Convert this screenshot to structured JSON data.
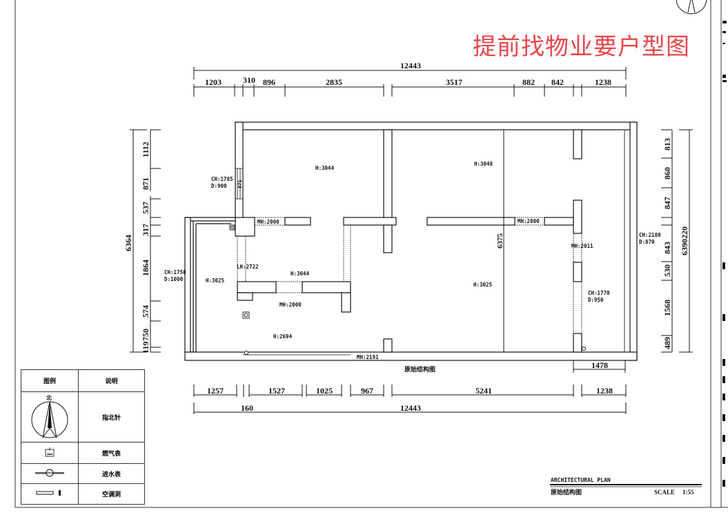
{
  "header": {
    "red_note": "提前找物业要户型图"
  },
  "dimensions": {
    "top_total": "12443",
    "top_segments": [
      "1203",
      "310",
      "896",
      "2835",
      "3517",
      "882",
      "842",
      "1238"
    ],
    "left_total": "6364",
    "left_segments": [
      "1112",
      "871",
      "537",
      "317",
      "1864",
      "574",
      "750",
      "119"
    ],
    "right_total": "6390220",
    "right_segments": [
      "813",
      "860",
      "847",
      "843",
      "530",
      "1568",
      "489"
    ],
    "bottom_segments": [
      "1257",
      "1527",
      "1025",
      "967",
      "5241",
      "1238"
    ],
    "bottom_total": "12443",
    "bottom_offset": "160",
    "right_bottom_width": "1478",
    "inner_vertical": "6375",
    "window_small": "871"
  },
  "room_labels": {
    "h_3044_top": "H:3044",
    "h_3048": "H:3048",
    "h_3025_left": "H:3025",
    "h_3044_mid": "H:3044",
    "h_3025_right": "H:3025",
    "h_2694": "H:2694",
    "lh_2722": "LH:2722",
    "mh_2000_a": "MH:2000",
    "mh_2000_b": "MH:2000",
    "mh_2000_c": "MH:2000",
    "mh_2011": "MH:2011",
    "mh_2191": "MH:2191",
    "ch_1785": "CH:1785",
    "d_900": "D:900",
    "ch_1750": "CH:1750",
    "d_1000": "D:1000",
    "ch_2180": "CH:2180",
    "d_870": "D:870",
    "ch_1770": "CH:1770",
    "d_950": "D:950"
  },
  "plan_caption": "原始结构图",
  "legend": {
    "headers": [
      "图例",
      "说明"
    ],
    "rows": [
      {
        "icon": "north-arrow-icon",
        "north_char": "北",
        "label": "指北针"
      },
      {
        "icon": "gas-meter-icon",
        "label": "燃气表"
      },
      {
        "icon": "water-meter-icon",
        "label": "进水表"
      },
      {
        "icon": "ac-hole-icon",
        "label": "空调洞"
      }
    ]
  },
  "title_block": {
    "title_en": "ARCHITECTURAL PLAN",
    "title_cn": "原始结构图",
    "scale_label": "SCALE",
    "scale_value": "1:55"
  },
  "colors": {
    "red_note": "#e8474c",
    "line": "#111111",
    "frame": "#333333"
  }
}
